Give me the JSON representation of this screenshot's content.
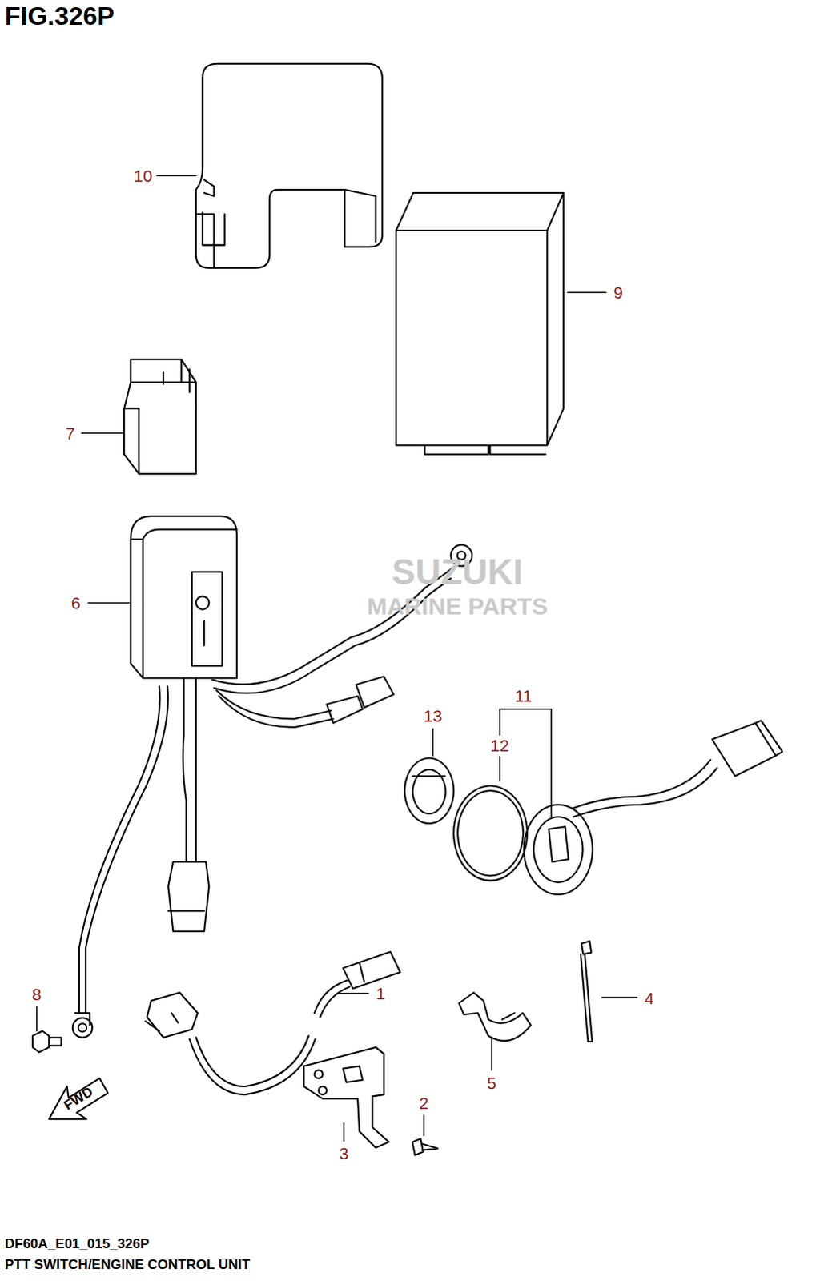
{
  "diagram": {
    "title": "FIG.326P",
    "caption": "PTT SWITCH/ENGINE CONTROL UNIT",
    "labels": [
      "10",
      "9",
      "7",
      "6",
      "SUZUKI",
      "MARINE PARTS",
      "13",
      "11",
      "12",
      "8",
      "1",
      "4",
      "5",
      "2",
      "3",
      "FWD",
      "DF60A_E01_015_326P"
    ]
  }
}
